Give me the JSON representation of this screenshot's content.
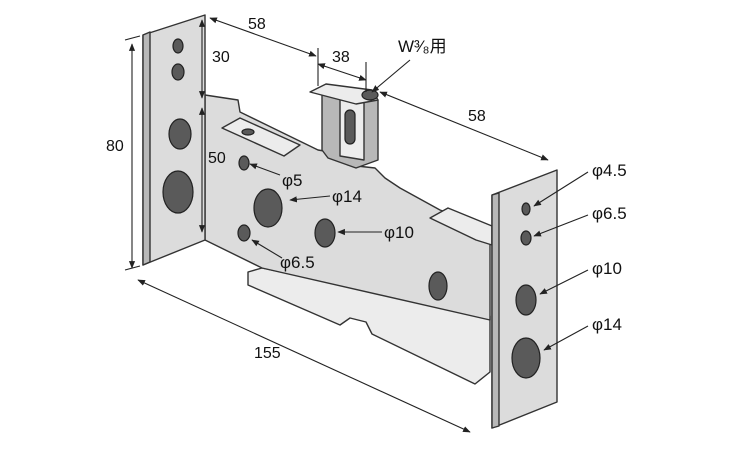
{
  "dimensions": {
    "height_total": "80",
    "top_offset": "30",
    "hole_drop": "50",
    "top_span": "58",
    "slot_width": "38",
    "right_span": "58",
    "length": "155"
  },
  "bolt_label": "W³⁄₈用",
  "hole_callouts": {
    "d5": "φ5",
    "d14_center": "φ14",
    "d10_center": "φ10",
    "d6_5_center": "φ6.5",
    "d4_5_right": "φ4.5",
    "d6_5_right": "φ6.5",
    "d10_right": "φ10",
    "d14_right": "φ14"
  }
}
